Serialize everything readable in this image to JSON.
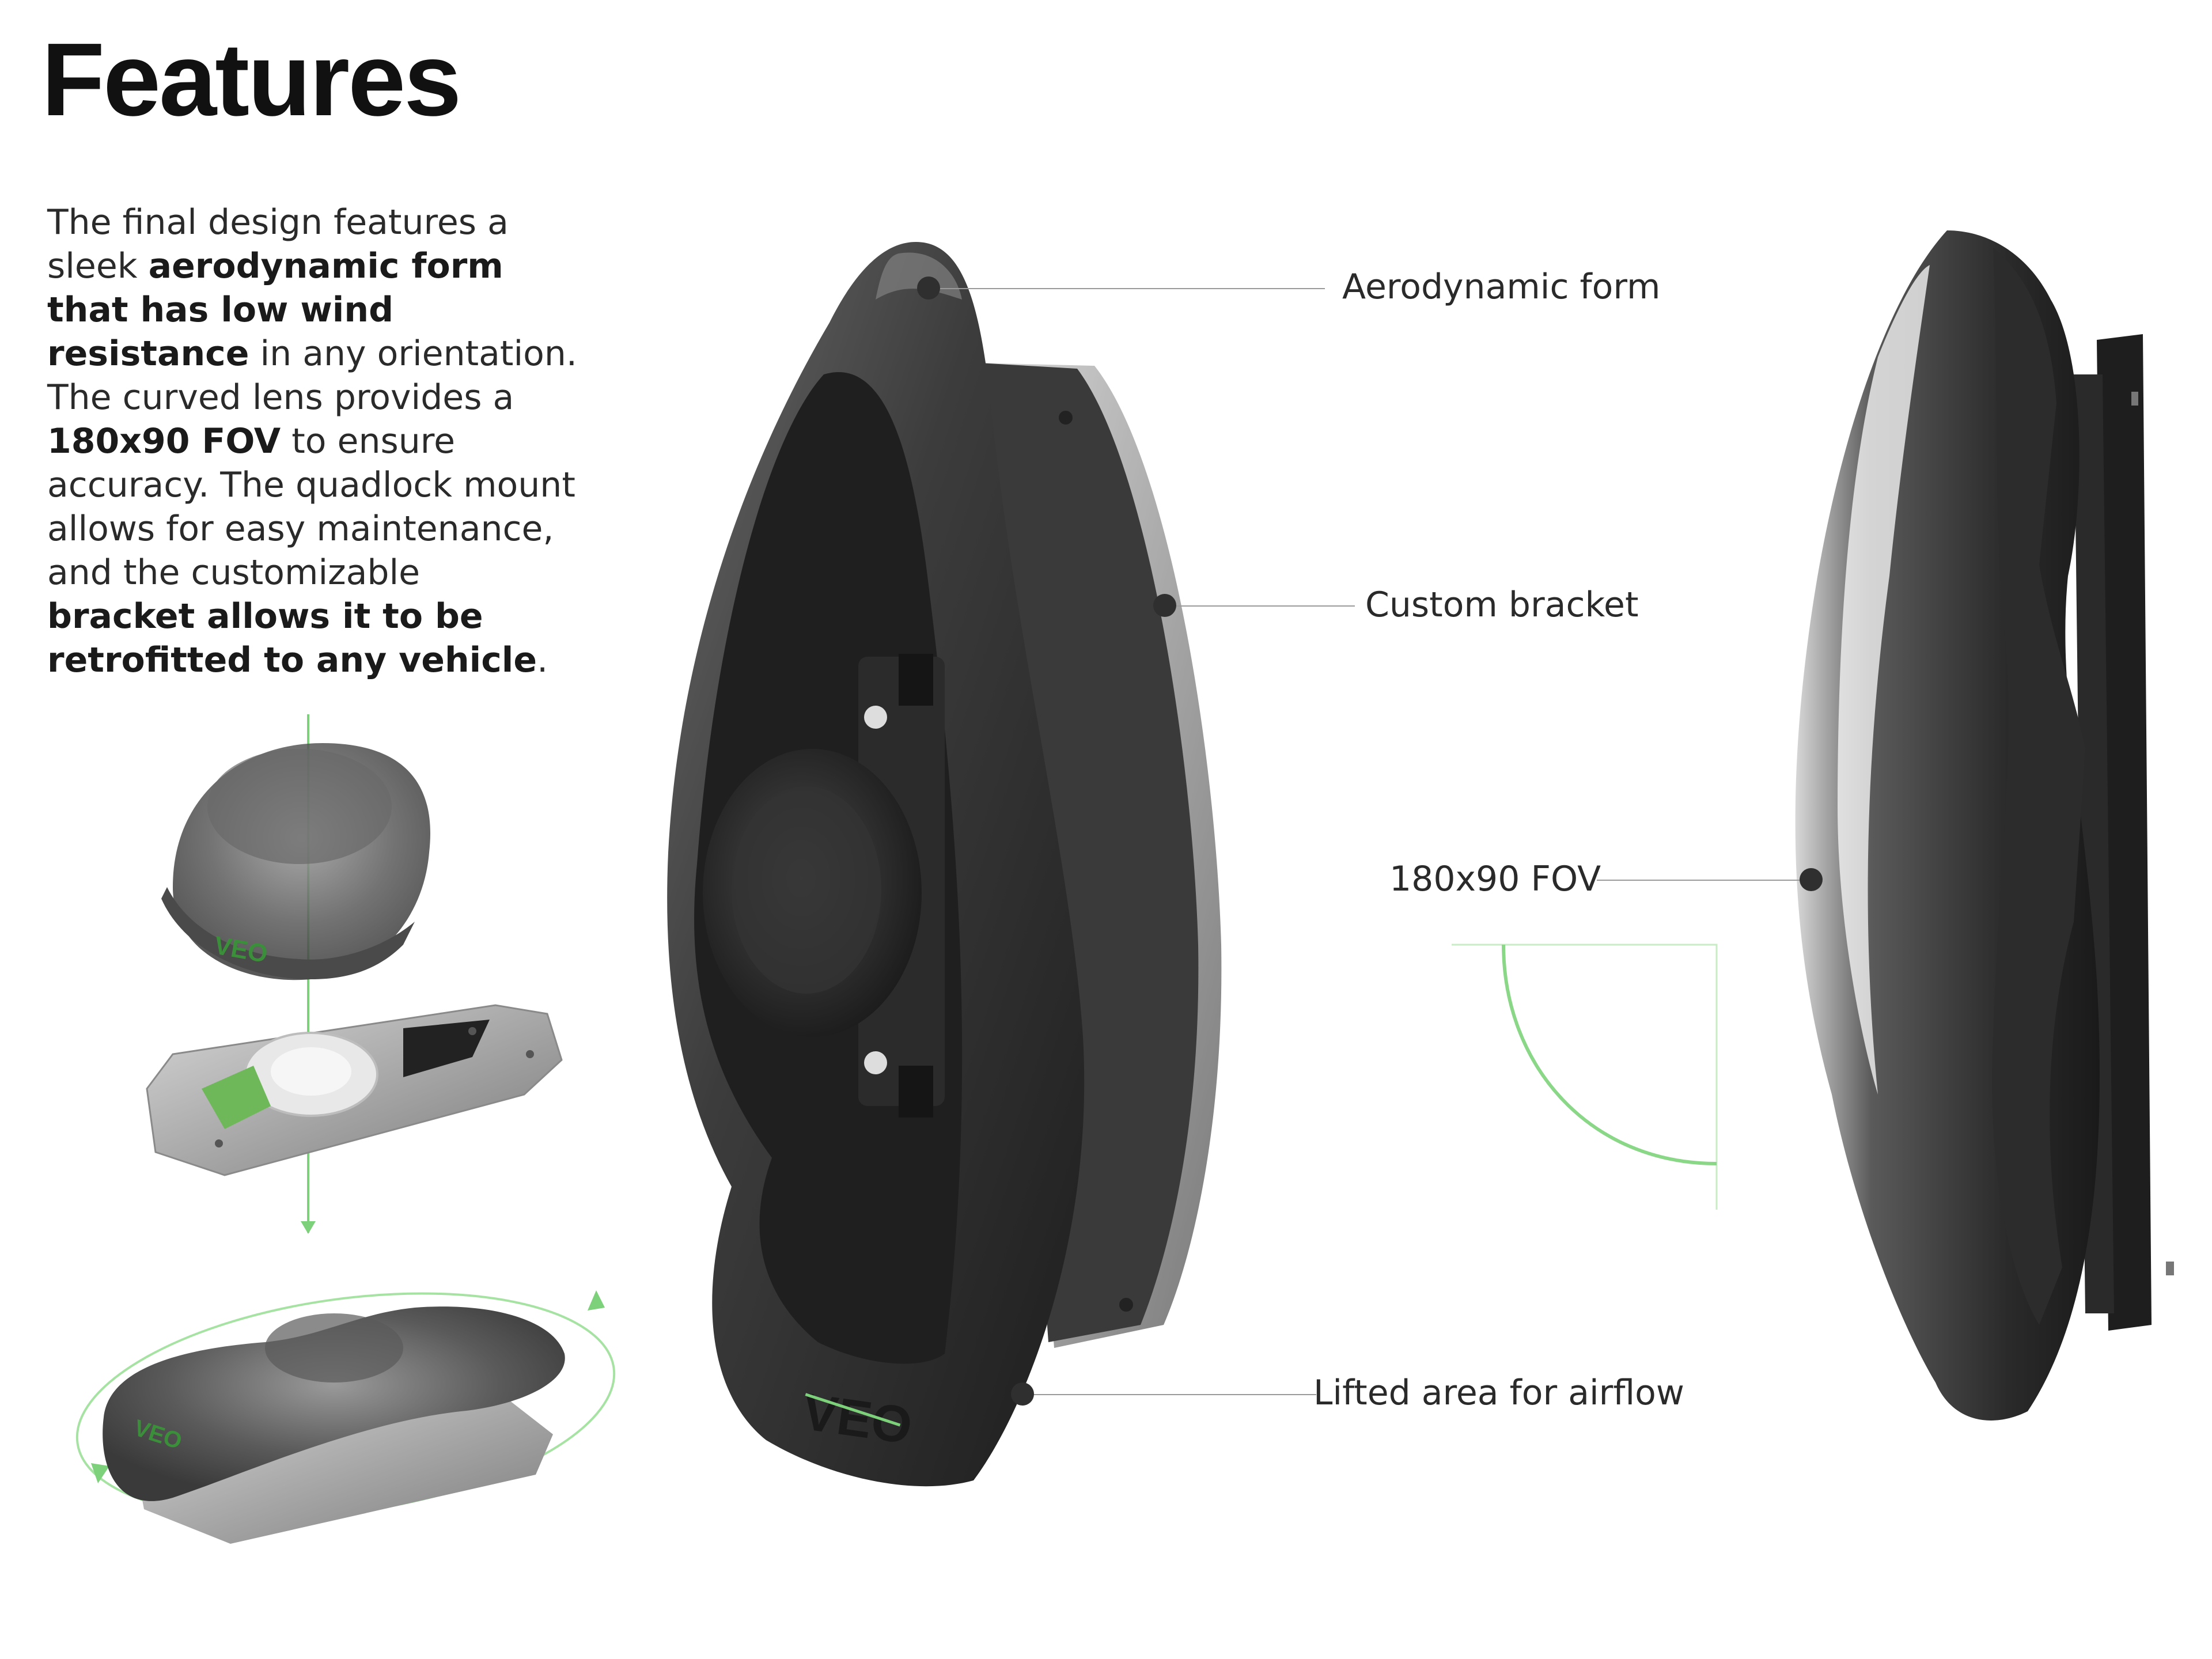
{
  "page": {
    "title": "Features",
    "description_segments": [
      {
        "text": "The final design features a sleek ",
        "bold": false
      },
      {
        "text": "aerodynamic form that has low wind resistance",
        "bold": true
      },
      {
        "text": " in any orientation. The curved lens provides a ",
        "bold": false
      },
      {
        "text": "180x90 FOV",
        "bold": true
      },
      {
        "text": " to ensure accuracy. The quadlock mount allows for easy maintenance, and the customizable ",
        "bold": false
      },
      {
        "text": "bracket allows it to be retrofitted to any vehicle",
        "bold": true
      },
      {
        "text": ".",
        "bold": false
      }
    ]
  },
  "callouts": {
    "aero": "Aerodynamic form",
    "bracket": "Custom bracket",
    "fov": "180x90 FOV",
    "airflow": "Lifted area for airflow"
  },
  "product": {
    "brand_mark": "VEO"
  },
  "colors": {
    "accent_green": "#7cd17a",
    "device_body": "#3a3a3a",
    "bracket_metal": "#9c9c9c",
    "text": "#1a1a1a"
  }
}
